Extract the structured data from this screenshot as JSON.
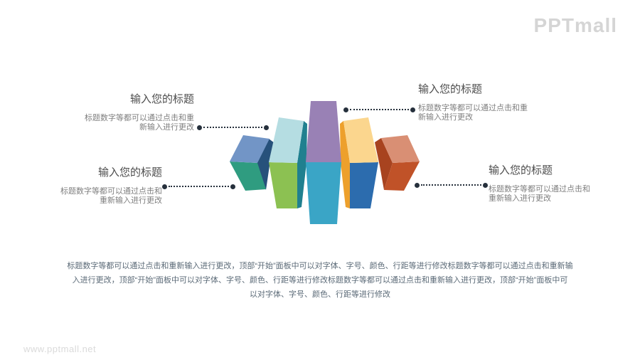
{
  "slide": {
    "logo": "PPTmall",
    "watermark": "www.pptmall.net"
  },
  "labels": {
    "top_left": {
      "title": "输入您的标题",
      "desc_line1": "标题数字等都可以通过点击和重",
      "desc_line2": "新输入进行更改"
    },
    "mid_left": {
      "title": "输入您的标题",
      "desc_line1": "标题数字等都可以通过点击和",
      "desc_line2": "重新输入进行更改"
    },
    "top_right": {
      "title": "输入您的标题",
      "desc_line1": "标题数字等都可以通过点击和重",
      "desc_line2": "新输入进行更改"
    },
    "mid_right": {
      "title": "输入您的标题",
      "desc_line1": "标题数字等都可以通过点击和",
      "desc_line2": "重新输入进行更改"
    }
  },
  "body_text": {
    "line1": "标题数字等都可以通过点击和重新输入进行更改，顶部“开始”面板中可以对字体、字号、颜色、行距等进行修改标题数字等都可以通过点击和重新输",
    "line2": "入进行更改，顶部“开始”面板中可以对字体、字号、颜色、行距等进行修改标题数字等都可以通过点击和重新输入进行更改，顶部“开始”面板中可",
    "line3": "以对字体、字号、颜色、行距等进行修改"
  },
  "diagram": {
    "type": "3d-equalizer-bars",
    "bars": [
      {
        "name": "bar-1",
        "top": "#7295C6",
        "front": "#2F9C80",
        "side": "#27517B"
      },
      {
        "name": "bar-2",
        "top": "#B5DDE2",
        "front": "#8CC152",
        "side": "#20808F"
      },
      {
        "name": "bar-3",
        "top": "#9981B5",
        "front": "#3AA5C6"
      },
      {
        "name": "bar-4",
        "top": "#FBD68E",
        "front": "#2C6CAE",
        "side": "#EDA02C"
      },
      {
        "name": "bar-5",
        "top": "#D98F74",
        "front": "#C05228",
        "side": "#A8431F"
      }
    ]
  },
  "colors": {
    "background": "#FFFFFF",
    "title_text": "#4D4D4D",
    "desc_text": "#7F7F7F",
    "body_text": "#5B6A77",
    "connector": "#26303C",
    "logo": "#D5D5D5",
    "watermark": "#DADADA"
  }
}
